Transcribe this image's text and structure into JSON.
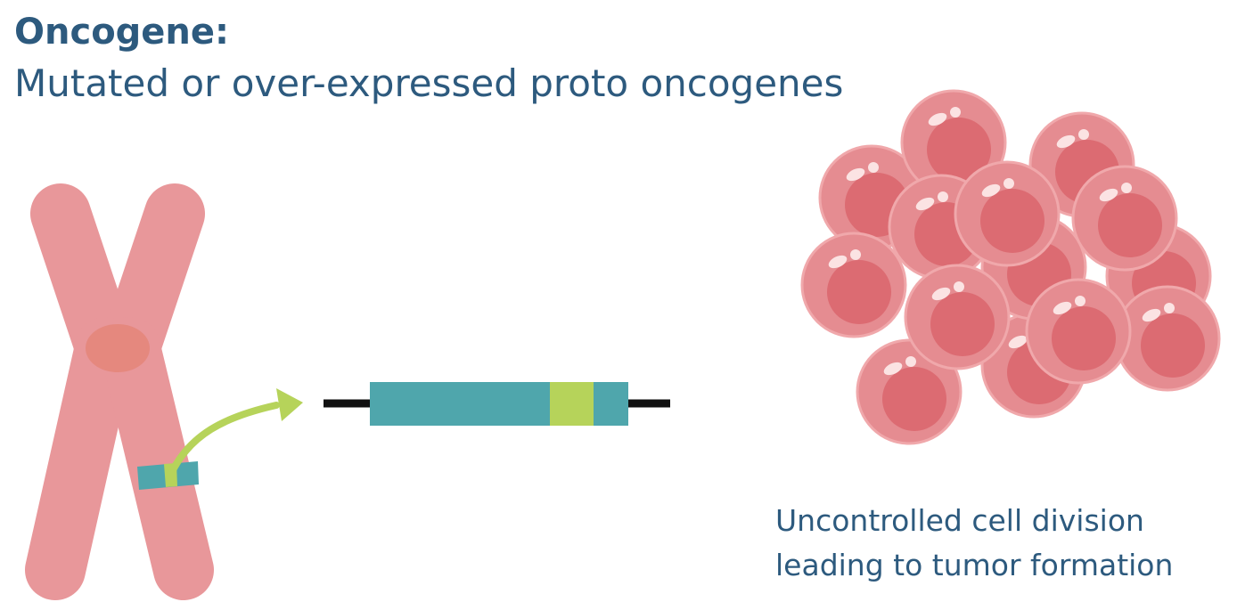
{
  "header": {
    "title": "Oncogene:",
    "subtitle": "Mutated or over-expressed proto oncogenes"
  },
  "caption": {
    "line1": "Uncontrolled cell division",
    "line2": "leading to tumor formation"
  },
  "colors": {
    "text": "#2d5a7e",
    "chromosome": "#e8979a",
    "centromere": "#e5887e",
    "gene": "#4fa6ac",
    "mutation": "#b6d35a",
    "arrow": "#b6d35a",
    "dna_line": "#111111",
    "cell_body": "#e58c91",
    "cell_nucleus": "#dc6b72",
    "cell_highlight": "#fbe3e3"
  },
  "icons": {
    "chromosome": "chromosome-icon",
    "arrow": "curved-arrow-icon",
    "gene": "gene-segment-icon",
    "cells": "tumor-cell-cluster-icon"
  }
}
